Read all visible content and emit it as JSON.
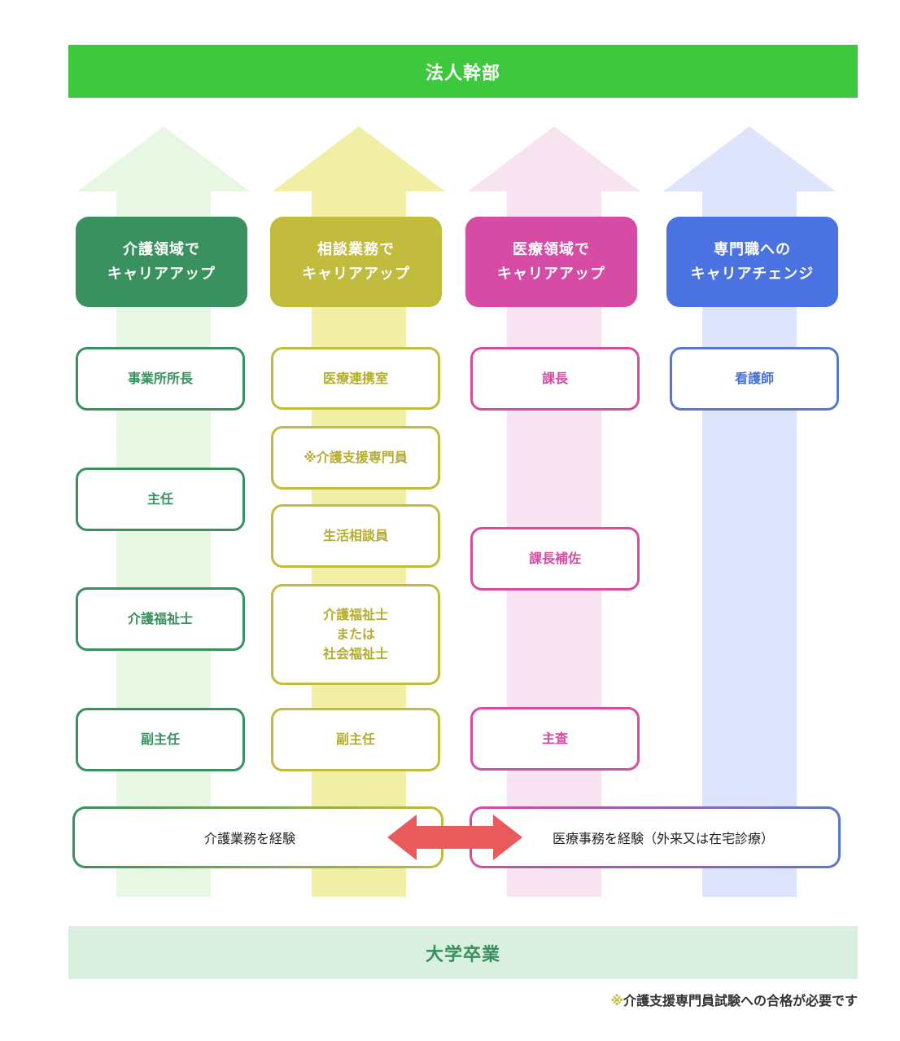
{
  "top_bar": "法人幹部",
  "bottom_bar": "大学卒業",
  "footnote": {
    "mark": "※",
    "text": "介護支援専門員試験への合格が必要です"
  },
  "columns": [
    {
      "header": [
        "介護領域で",
        "キャリアアップ"
      ],
      "color": "#38915f",
      "cards": [
        "事業所所長",
        "主任",
        "介護福祉士",
        "副主任"
      ]
    },
    {
      "header": [
        "相談業務で",
        "キャリアアップ"
      ],
      "color": "#c1bb3e",
      "cards": [
        "医療連携室",
        "※介護支援専門員",
        "生活相談員",
        "介護福祉士",
        "または",
        "社会福祉士",
        "副主任"
      ]
    },
    {
      "header": [
        "医療領域で",
        "キャリアアップ"
      ],
      "color": "#d64ba3",
      "cards": [
        "課長",
        "課長補佐",
        "主査"
      ]
    },
    {
      "header": [
        "専門職への",
        "キャリアチェンジ"
      ],
      "color": "#4a72e0",
      "cards": [
        "看護師"
      ]
    }
  ],
  "experience": {
    "left": "介護業務を経験",
    "right": "医療事務を経験（外来又は在宅診療）"
  }
}
